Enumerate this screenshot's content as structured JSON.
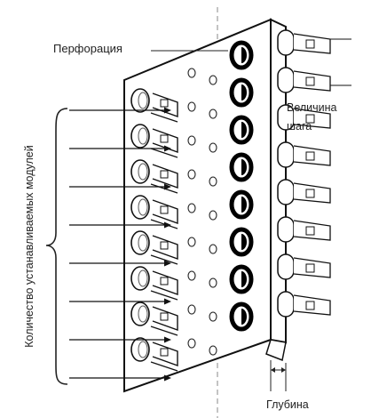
{
  "labels": {
    "perforation": "Перфорация",
    "step_size_line1": "Величина",
    "step_size_line2": "шага",
    "depth": "Глубина",
    "module_count": "Количество устанавливаемых модулей"
  },
  "counts": {
    "left_modules": 8,
    "pointer_arrows": 8,
    "perforation_holes": 8,
    "right_modules": 8
  }
}
